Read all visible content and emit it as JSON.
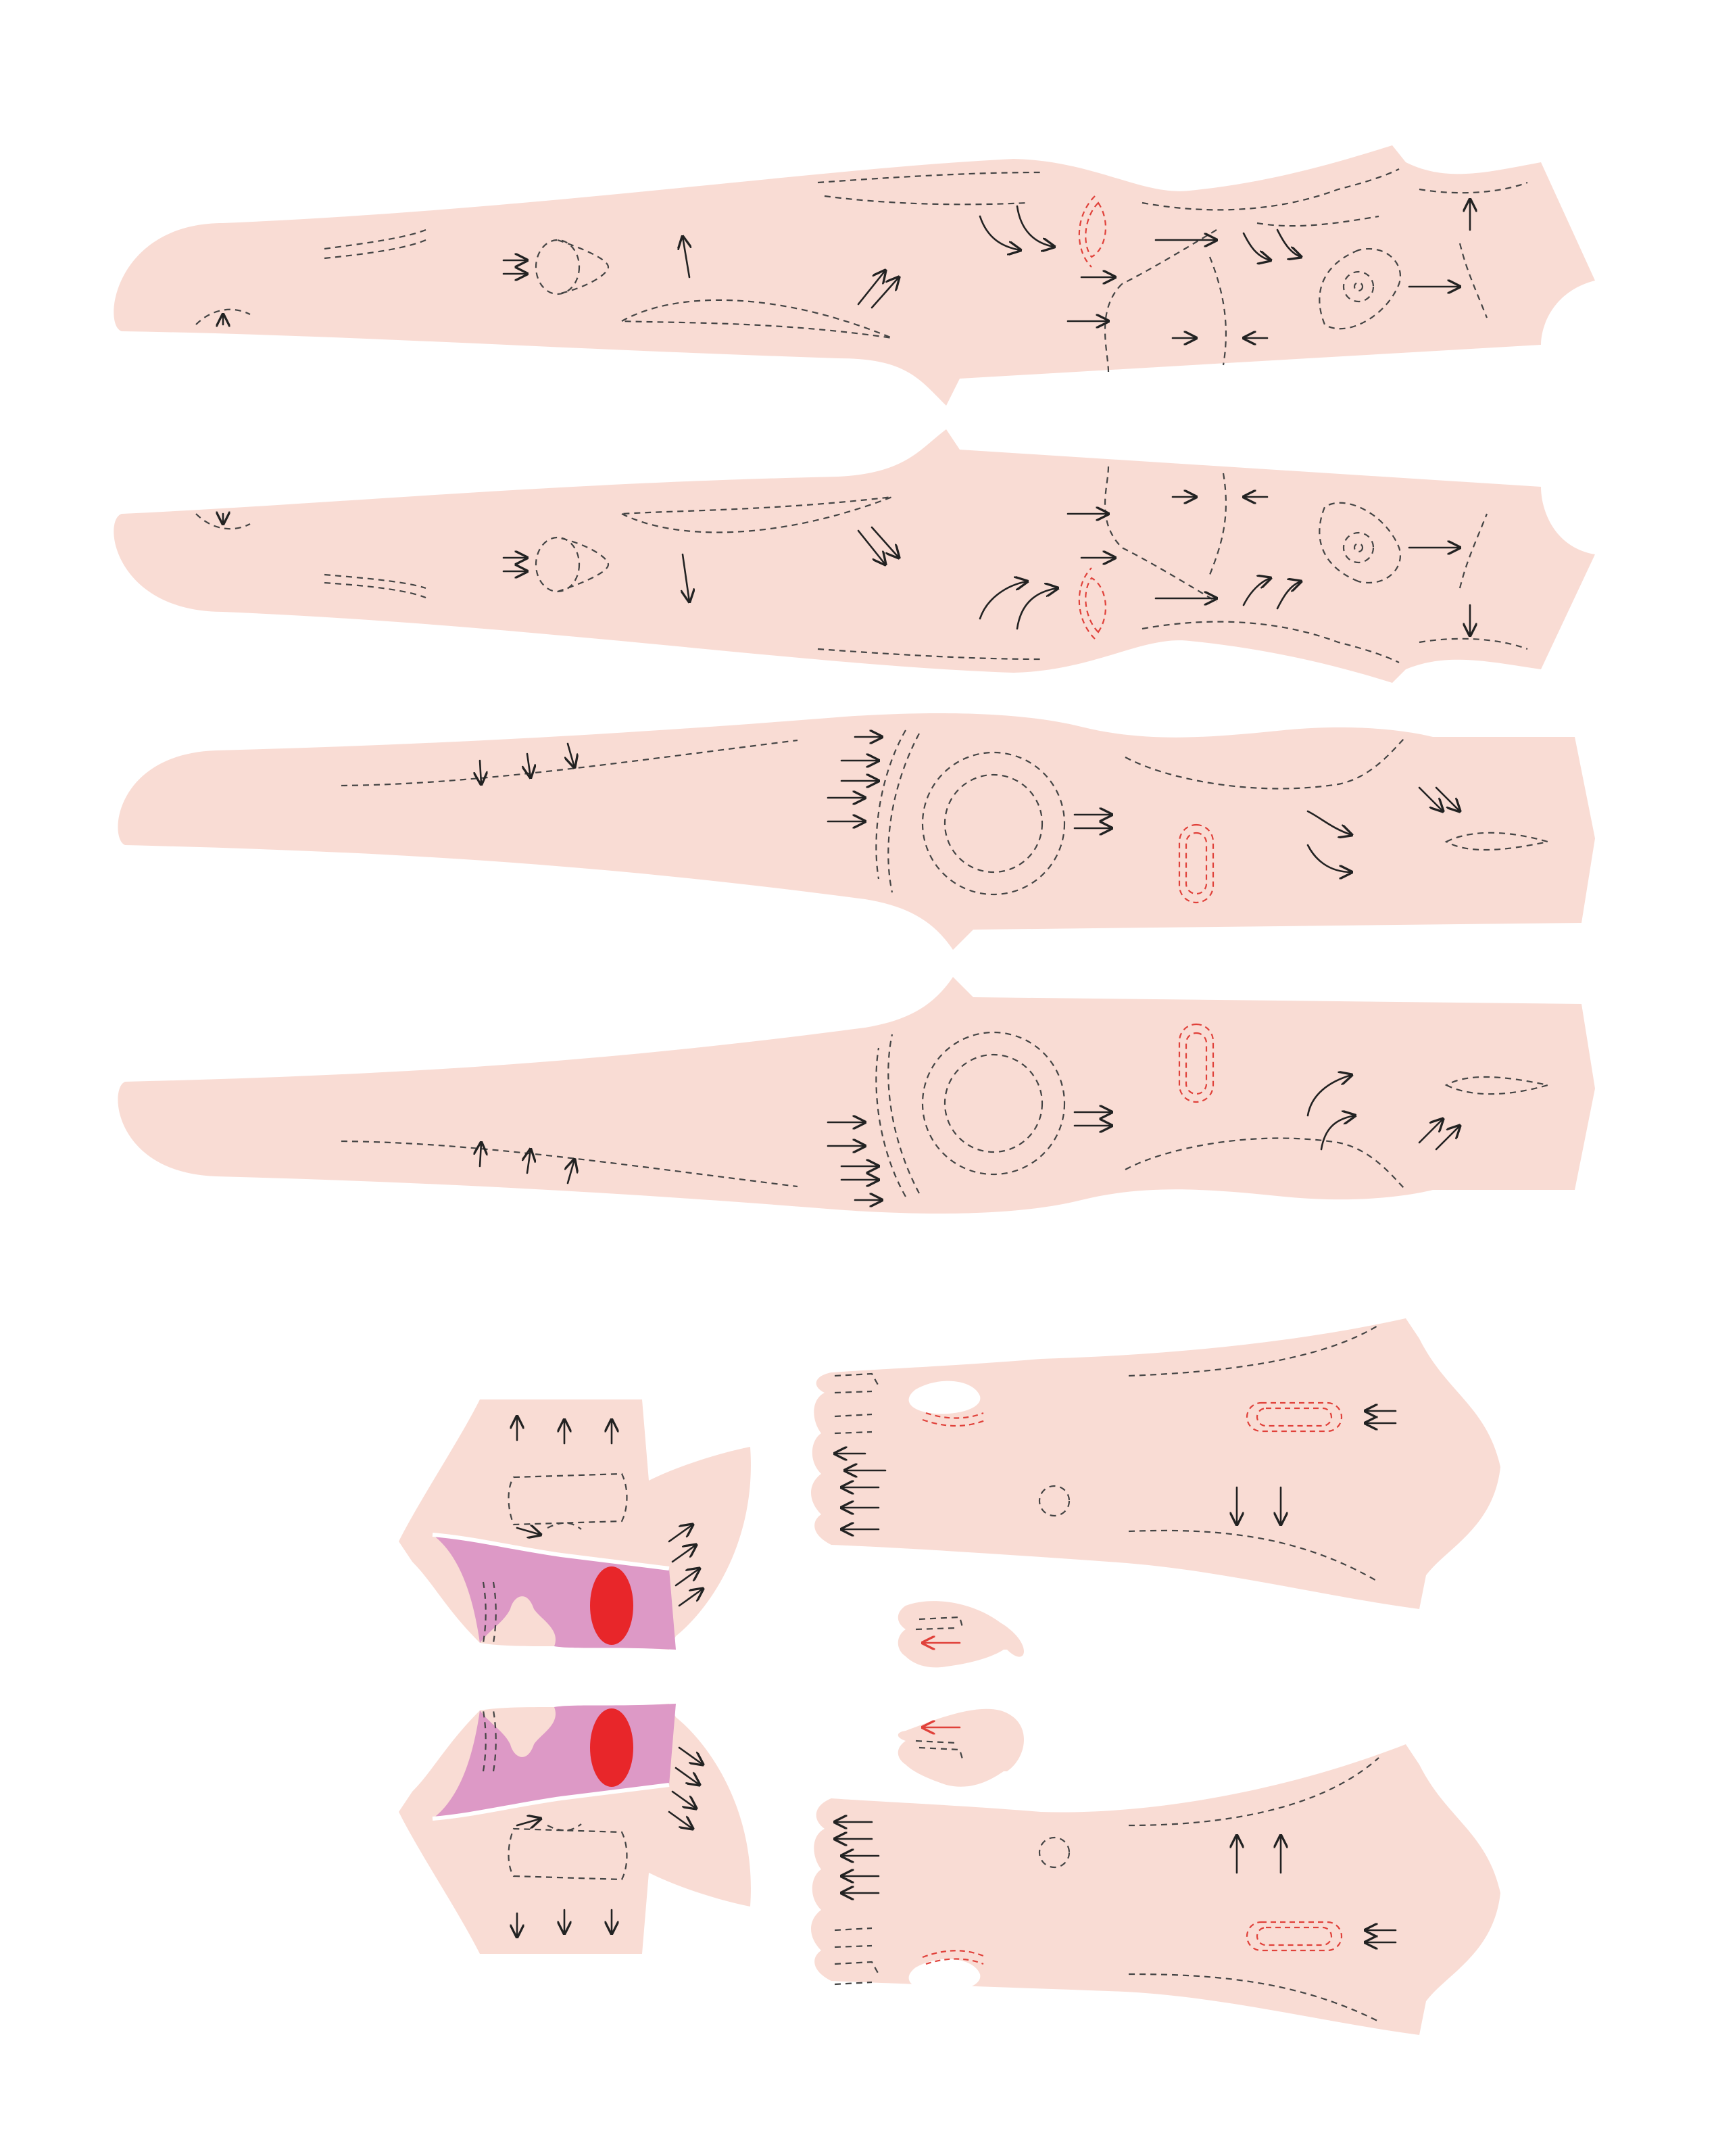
{
  "sheet": {
    "title": "",
    "colors": {
      "skin": "#f9dcd4",
      "seam": "#444444",
      "seam_accent": "#e0413a",
      "lining": "#dd99c6",
      "accent_spot": "#e8262a",
      "background": "#ffffff"
    }
  },
  "pieces": [
    {
      "name": "leg-piece-1",
      "kind": "leg",
      "labels": []
    },
    {
      "name": "leg-piece-2",
      "kind": "leg",
      "labels": []
    },
    {
      "name": "leg-piece-3",
      "kind": "leg",
      "labels": []
    },
    {
      "name": "leg-piece-4",
      "kind": "leg",
      "labels": []
    },
    {
      "name": "foot-piece-top",
      "kind": "foot",
      "labels": []
    },
    {
      "name": "foot-piece-bottom",
      "kind": "foot",
      "labels": []
    },
    {
      "name": "toe-piece-top",
      "kind": "toe",
      "labels": []
    },
    {
      "name": "toe-piece-bottom",
      "kind": "toe",
      "labels": []
    },
    {
      "name": "hip-piece-top",
      "kind": "hip",
      "labels": []
    },
    {
      "name": "hip-piece-bottom",
      "kind": "hip",
      "labels": []
    }
  ],
  "icons": [
    "arrow-icon",
    "double-arrow-icon",
    "curved-arrow-icon",
    "circle-guide-icon",
    "slot-guide-icon"
  ]
}
